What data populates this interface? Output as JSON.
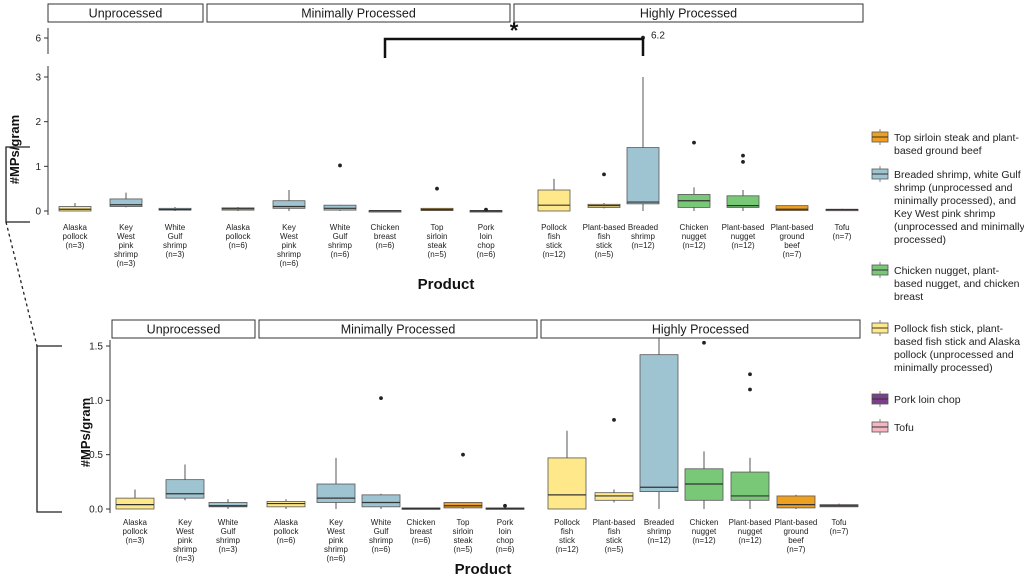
{
  "colors": {
    "beef": "#F0A020",
    "shrimp": "#9EC4D2",
    "chicken": "#78C878",
    "fish": "#FFE88A",
    "pork": "#7B3F8C",
    "tofu": "#F4B6C2",
    "none": "#FFFFFF"
  },
  "legend": [
    {
      "key": "beef",
      "lines": [
        "Top sirloin steak and plant-",
        "based ground beef"
      ]
    },
    {
      "key": "shrimp",
      "lines": [
        "Breaded shrimp, white Gulf",
        "shrimp (unprocessed and",
        "minimally processed), and",
        "Key West pink shrimp",
        "(unprocessed and minimally",
        "processed)"
      ]
    },
    {
      "key": "chicken",
      "lines": [
        "Chicken nugget, plant-",
        "based nugget, and chicken",
        "breast"
      ]
    },
    {
      "key": "fish",
      "lines": [
        "Pollock fish stick, plant-",
        "based fish stick and Alaska",
        "pollock (unprocessed and",
        "minimally processed)"
      ]
    },
    {
      "key": "pork",
      "lines": [
        "Pork loin chop"
      ]
    },
    {
      "key": "tofu",
      "lines": [
        "Tofu"
      ]
    }
  ],
  "chart_data": [
    {
      "type": "box",
      "panel": "top",
      "ylabel": "#MPs/gram",
      "xlabel": "Product",
      "yticks": [
        0,
        1,
        2,
        3,
        6
      ],
      "axis_break": true,
      "facets": [
        "Unprocessed",
        "Minimally Processed",
        "Highly Processed"
      ],
      "annotation": {
        "symbol": "*",
        "from": "Chicken breast",
        "to": "Breaded shrimp",
        "outlier_label": "6.2"
      },
      "boxes": [
        {
          "facet": 0,
          "label": [
            "Alaska",
            "pollock",
            "(n=3)"
          ],
          "color": "fish",
          "q1": 0.0,
          "median": 0.04,
          "q3": 0.1,
          "lo": 0.0,
          "hi": 0.18,
          "outliers": []
        },
        {
          "facet": 0,
          "label": [
            "Key",
            "West",
            "pink",
            "shrimp",
            "(n=3)"
          ],
          "color": "shrimp",
          "q1": 0.1,
          "median": 0.14,
          "q3": 0.27,
          "lo": 0.08,
          "hi": 0.41,
          "outliers": []
        },
        {
          "facet": 0,
          "label": [
            "White",
            "Gulf",
            "shrimp",
            "(n=3)"
          ],
          "color": "shrimp",
          "q1": 0.02,
          "median": 0.03,
          "q3": 0.06,
          "lo": 0.0,
          "hi": 0.09,
          "outliers": []
        },
        {
          "facet": 1,
          "label": [
            "Alaska",
            "pollock",
            "(n=6)"
          ],
          "color": "fish",
          "q1": 0.02,
          "median": 0.05,
          "q3": 0.07,
          "lo": 0.0,
          "hi": 0.09,
          "outliers": []
        },
        {
          "facet": 1,
          "label": [
            "Key",
            "West",
            "pink",
            "shrimp",
            "(n=6)"
          ],
          "color": "shrimp",
          "q1": 0.06,
          "median": 0.1,
          "q3": 0.23,
          "lo": 0.0,
          "hi": 0.47,
          "outliers": []
        },
        {
          "facet": 1,
          "label": [
            "White",
            "Gulf",
            "shrimp",
            "(n=6)"
          ],
          "color": "shrimp",
          "q1": 0.02,
          "median": 0.06,
          "q3": 0.13,
          "lo": 0.0,
          "hi": 0.14,
          "outliers": [
            1.02
          ]
        },
        {
          "facet": 1,
          "label": [
            "Chicken",
            "breast",
            "(n=6)"
          ],
          "color": "chicken",
          "q1": 0.0,
          "median": 0.005,
          "q3": 0.01,
          "lo": 0.0,
          "hi": 0.01,
          "outliers": []
        },
        {
          "facet": 1,
          "label": [
            "Top",
            "sirloin",
            "steak",
            "(n=5)"
          ],
          "color": "beef",
          "q1": 0.01,
          "median": 0.03,
          "q3": 0.06,
          "lo": 0.0,
          "hi": 0.06,
          "outliers": [
            0.5
          ]
        },
        {
          "facet": 1,
          "label": [
            "Pork",
            "loin",
            "chop",
            "(n=6)"
          ],
          "color": "pork",
          "q1": 0.0,
          "median": 0.005,
          "q3": 0.01,
          "lo": 0.0,
          "hi": 0.01,
          "outliers": [
            0.03
          ]
        },
        {
          "facet": 2,
          "label": [
            "Pollock",
            "fish",
            "stick",
            "(n=12)"
          ],
          "color": "fish",
          "q1": 0.0,
          "median": 0.13,
          "q3": 0.47,
          "lo": 0.0,
          "hi": 0.72,
          "outliers": []
        },
        {
          "facet": 2,
          "label": [
            "Plant-based",
            "fish",
            "stick",
            "(n=5)"
          ],
          "color": "fish",
          "q1": 0.08,
          "median": 0.12,
          "q3": 0.15,
          "lo": 0.06,
          "hi": 0.18,
          "outliers": [
            0.82
          ]
        },
        {
          "facet": 2,
          "label": [
            "Breaded",
            "shrimp",
            "(n=12)"
          ],
          "color": "shrimp",
          "q1": 0.16,
          "median": 0.2,
          "q3": 1.42,
          "lo": 0.0,
          "hi": 3.0,
          "outliers": [
            6.2
          ]
        },
        {
          "facet": 2,
          "label": [
            "Chicken",
            "nugget",
            "(n=12)"
          ],
          "color": "chicken",
          "q1": 0.08,
          "median": 0.23,
          "q3": 0.37,
          "lo": 0.0,
          "hi": 0.53,
          "outliers": [
            1.53
          ]
        },
        {
          "facet": 2,
          "label": [
            "Plant-based",
            "nugget",
            "(n=12)"
          ],
          "color": "chicken",
          "q1": 0.08,
          "median": 0.12,
          "q3": 0.34,
          "lo": 0.0,
          "hi": 0.47,
          "outliers": [
            1.1,
            1.24
          ]
        },
        {
          "facet": 2,
          "label": [
            "Plant-based",
            "ground",
            "beef",
            "(n=7)"
          ],
          "color": "beef",
          "q1": 0.01,
          "median": 0.04,
          "q3": 0.12,
          "lo": 0.0,
          "hi": 0.13,
          "outliers": []
        },
        {
          "facet": 2,
          "label": [
            "Tofu",
            "(n=7)"
          ],
          "color": "tofu",
          "q1": 0.02,
          "median": 0.03,
          "q3": 0.04,
          "lo": 0.02,
          "hi": 0.05,
          "outliers": []
        }
      ]
    },
    {
      "type": "box",
      "panel": "bottom",
      "ylabel": "#MPs/gram",
      "xlabel": "Product",
      "yticks": [
        0.0,
        0.5,
        1.0,
        1.5
      ],
      "ylim": [
        0,
        1.58
      ],
      "facets": [
        "Unprocessed",
        "Minimally Processed",
        "Highly Processed"
      ],
      "tick_labels": [
        "0.0",
        "0.5",
        "1.0",
        "1.5"
      ],
      "same_boxes_as_top": true
    }
  ]
}
